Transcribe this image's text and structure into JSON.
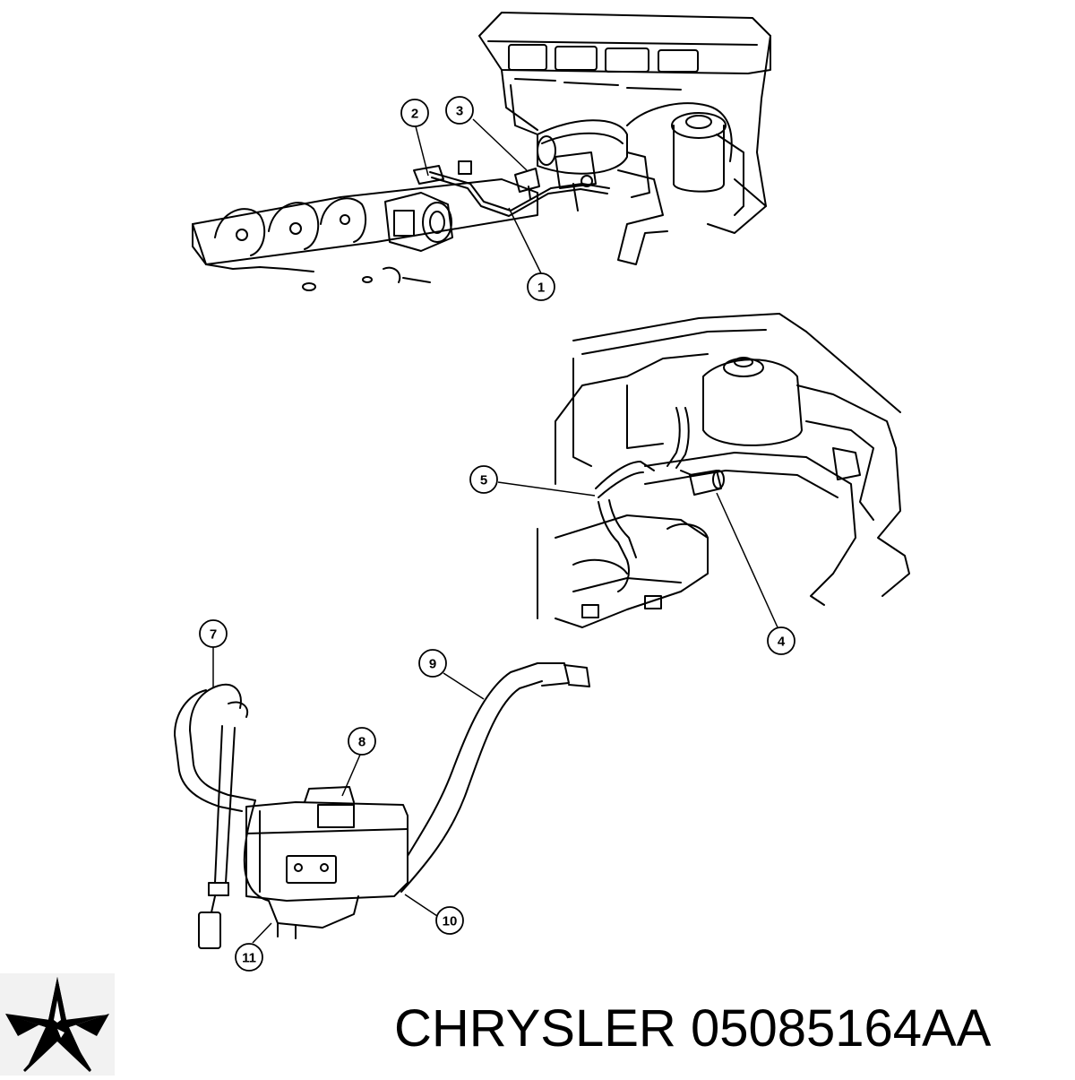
{
  "callouts": [
    {
      "id": "callout-1",
      "label": "1"
    },
    {
      "id": "callout-2",
      "label": "2"
    },
    {
      "id": "callout-3",
      "label": "3"
    },
    {
      "id": "callout-4",
      "label": "4"
    },
    {
      "id": "callout-5",
      "label": "5"
    },
    {
      "id": "callout-7",
      "label": "7"
    },
    {
      "id": "callout-8",
      "label": "8"
    },
    {
      "id": "callout-9",
      "label": "9"
    },
    {
      "id": "callout-10",
      "label": "10"
    },
    {
      "id": "callout-11",
      "label": "11"
    }
  ],
  "footer": {
    "brand": "CHRYSLER",
    "part_number": "05085164AA",
    "logo_icon": "chrysler-pentastar-icon"
  }
}
